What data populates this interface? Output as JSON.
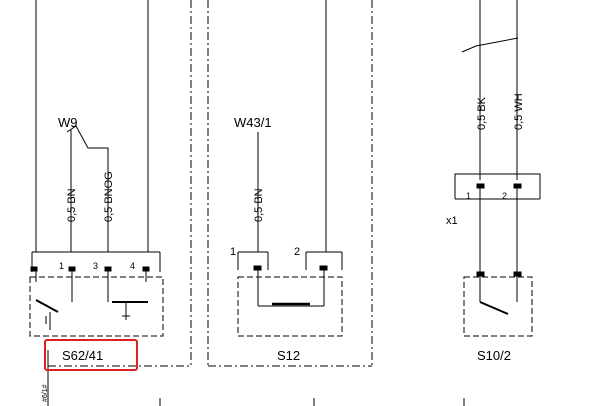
{
  "diagram": {
    "wires_left": {
      "harness": "W9",
      "wire_a": "0,5 BN",
      "wire_b": "0,5 BNOG"
    },
    "wires_mid": {
      "harness": "W43/1",
      "wire_a": "0,5 BN"
    },
    "wires_right": {
      "wire_a": "0,5 BK",
      "wire_b": "0,5 WH"
    },
    "pins_left": [
      "1",
      "3",
      "4"
    ],
    "pins_mid": [
      "1",
      "2"
    ],
    "pins_right": [
      "1",
      "2"
    ],
    "connector_right": "x1",
    "component_left": "S62/41",
    "component_mid": "S12",
    "component_right": "S10/2",
    "edge_label": "#6/1#",
    "highlight_color": "#e02020"
  }
}
